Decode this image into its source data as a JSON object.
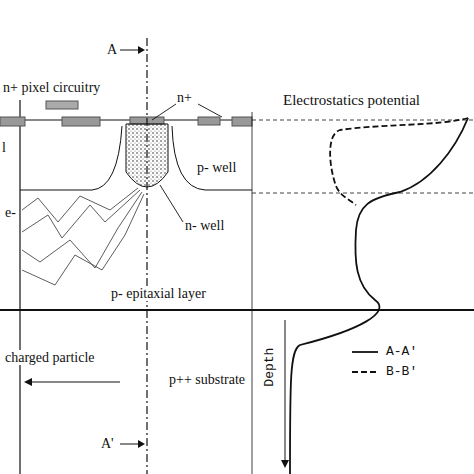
{
  "diagram": {
    "labels": [
      "n+ pixel circuitry",
      "A",
      "n+",
      "l",
      "p- well",
      "n- well",
      "e-",
      "p- epitaxial layer",
      "charged particle",
      "p++ substrate",
      "A'",
      "Electrostatics potential",
      "Depth"
    ],
    "legend": [
      {
        "text": "A-A'"
      },
      {
        "text": "B-B'"
      }
    ]
  }
}
